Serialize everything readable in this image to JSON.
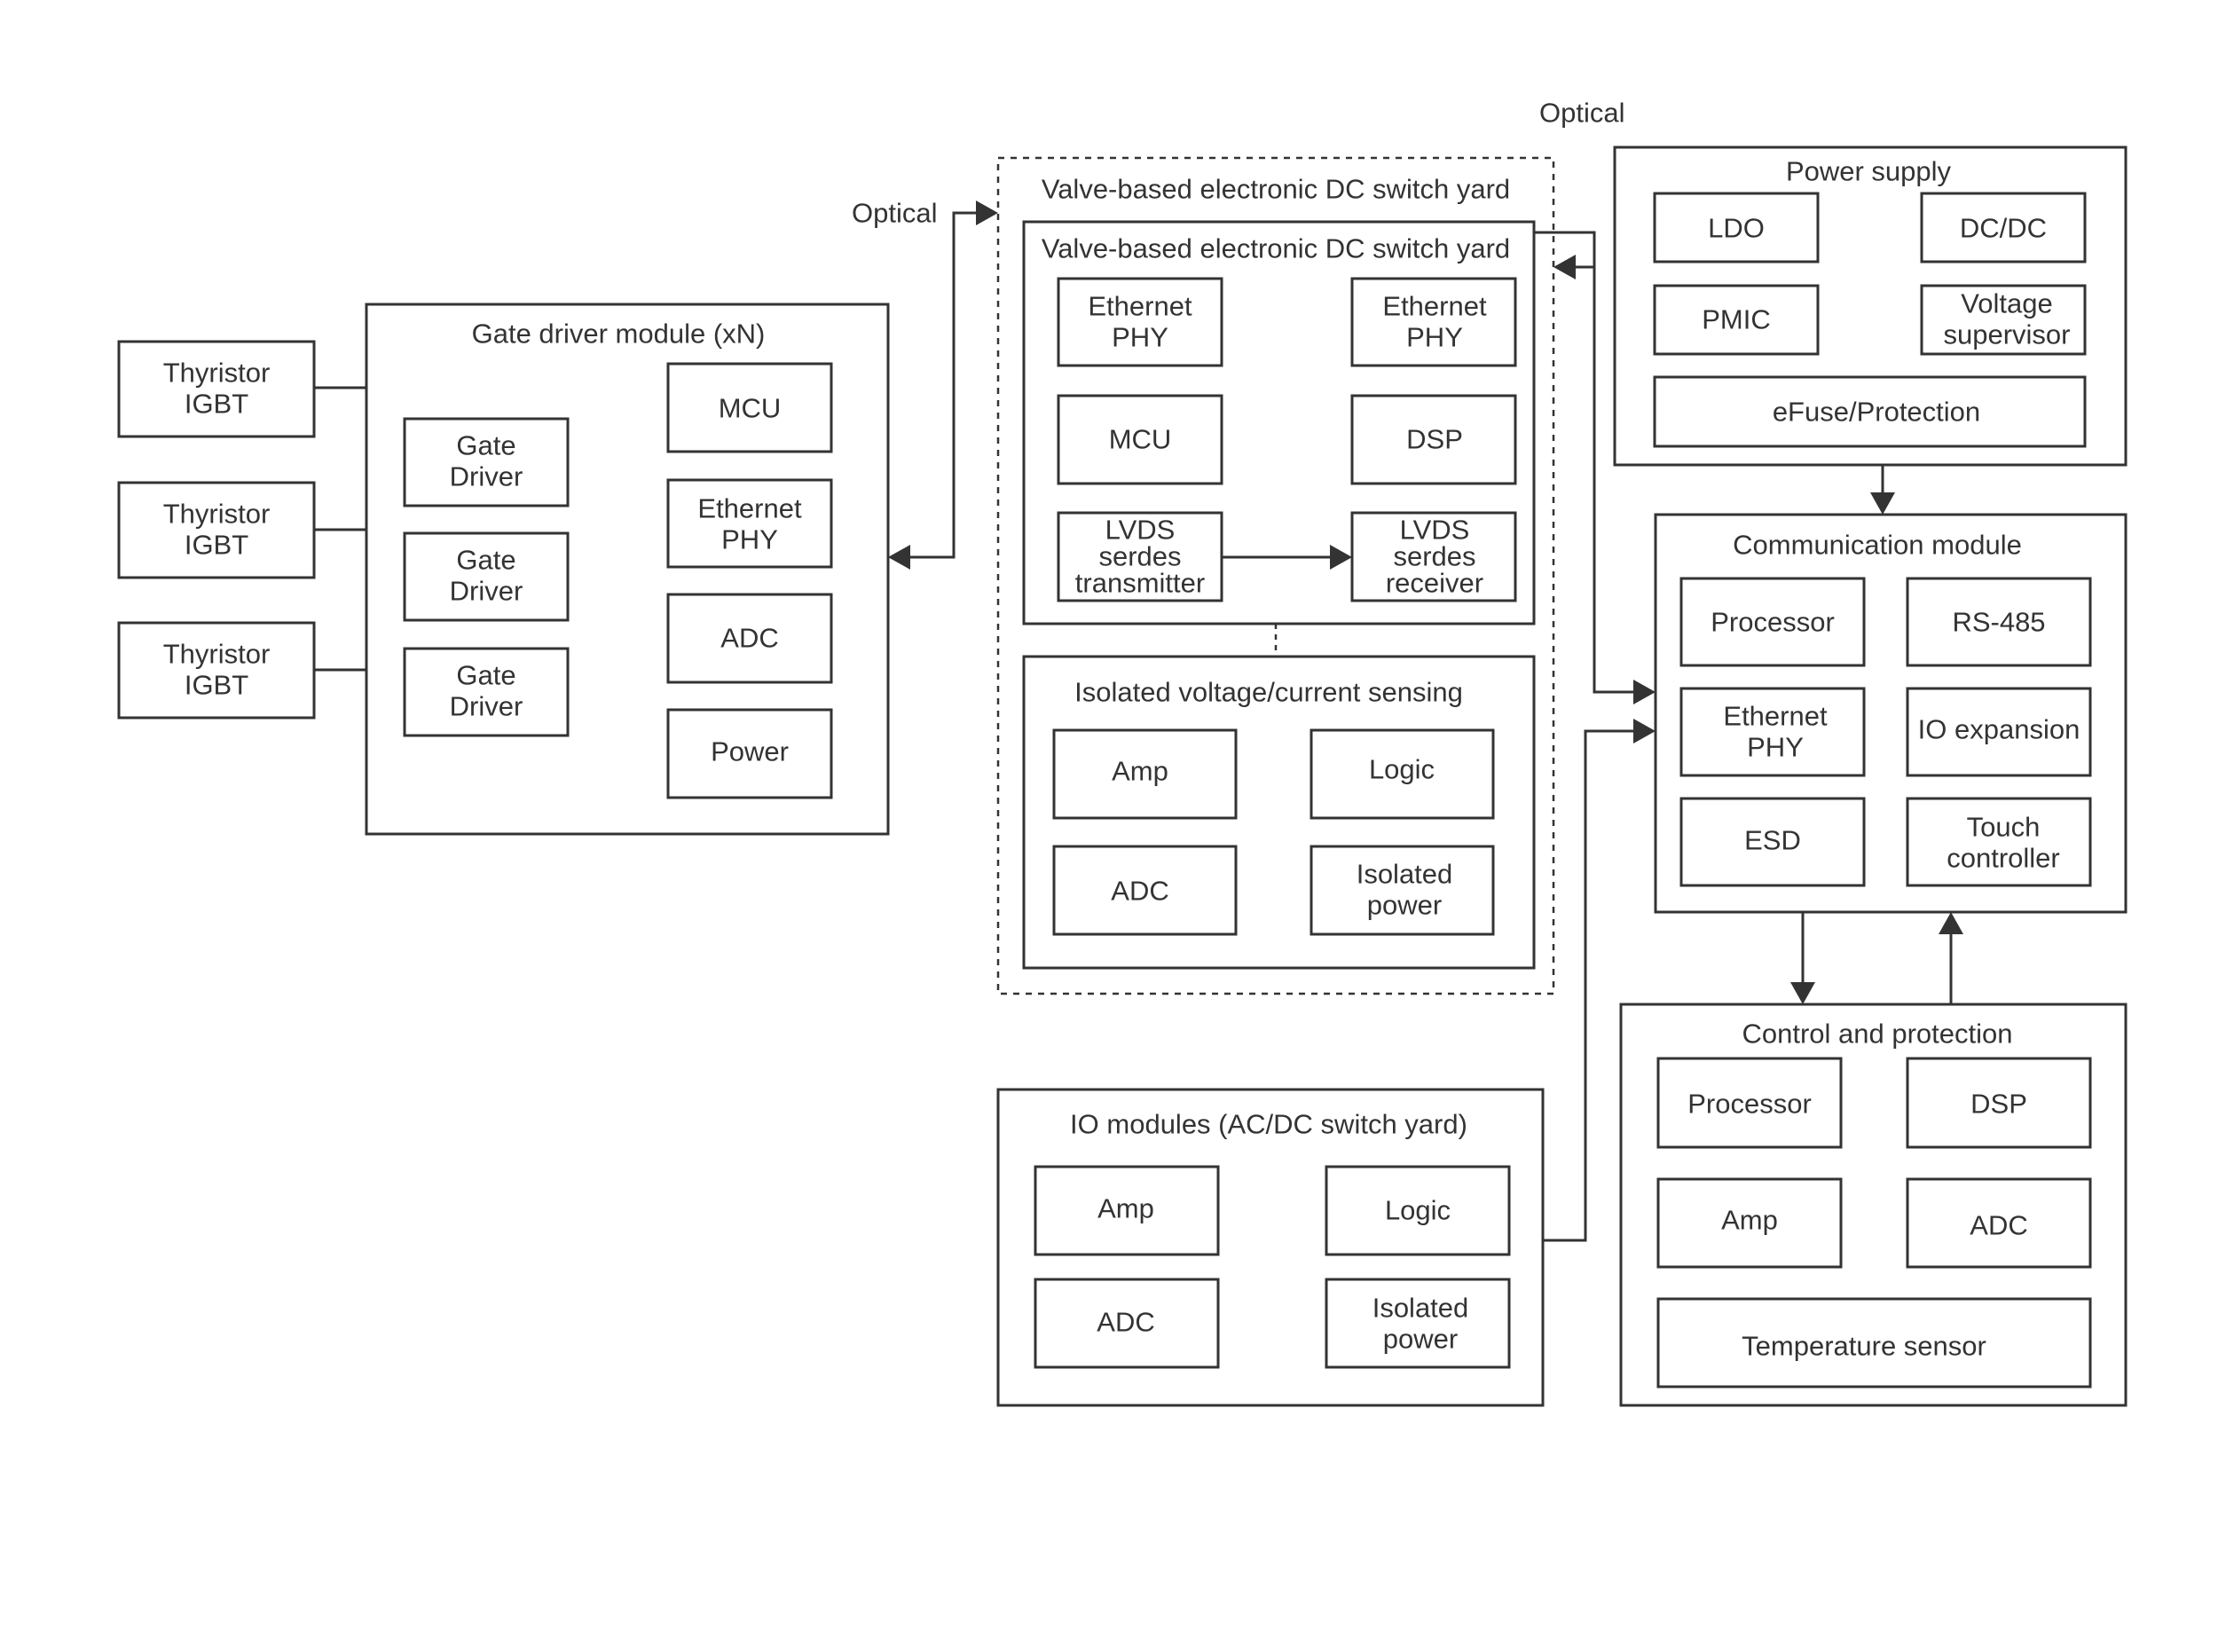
{
  "labels": {
    "optical_left": "Optical",
    "optical_top": "Optical"
  },
  "thyristors": [
    {
      "line1": "Thyristor",
      "line2": "IGBT"
    },
    {
      "line1": "Thyristor",
      "line2": "IGBT"
    },
    {
      "line1": "Thyristor",
      "line2": "IGBT"
    }
  ],
  "gate_driver_module": {
    "title": "Gate driver module (xN)",
    "drivers": [
      {
        "line1": "Gate",
        "line2": "Driver"
      },
      {
        "line1": "Gate",
        "line2": "Driver"
      },
      {
        "line1": "Gate",
        "line2": "Driver"
      }
    ],
    "mcu": "MCU",
    "ethernet_phy": {
      "line1": "Ethernet",
      "line2": "PHY"
    },
    "adc": "ADC",
    "power": "Power"
  },
  "valve_outer": {
    "title": "Valve-based electronic DC switch yard"
  },
  "valve_inner": {
    "title": "Valve-based electronic DC switch yard",
    "ethernet_phy_left": {
      "line1": "Ethernet",
      "line2": "PHY"
    },
    "ethernet_phy_right": {
      "line1": "Ethernet",
      "line2": "PHY"
    },
    "mcu": "MCU",
    "dsp": "DSP",
    "lvds_tx": {
      "line1": "LVDS",
      "line2": "serdes",
      "line3": "transmitter"
    },
    "lvds_rx": {
      "line1": "LVDS",
      "line2": "serdes",
      "line3": "receiver"
    }
  },
  "isolated_sensing": {
    "title": "Isolated voltage/current sensing",
    "amp": "Amp",
    "logic": "Logic",
    "adc": "ADC",
    "isolated_power": {
      "line1": "Isolated",
      "line2": "power"
    }
  },
  "io_modules": {
    "title": "IO modules (AC/DC switch yard)",
    "amp": "Amp",
    "logic": "Logic",
    "adc": "ADC",
    "isolated_power": {
      "line1": "Isolated",
      "line2": "power"
    }
  },
  "power_supply": {
    "title": "Power supply",
    "ldo": "LDO",
    "dcdc": "DC/DC",
    "pmic": "PMIC",
    "voltage_supervisor": {
      "line1": "Voltage",
      "line2": "supervisor"
    },
    "efuse": "eFuse/Protection"
  },
  "communication_module": {
    "title": "Communication module",
    "processor": "Processor",
    "rs485": "RS-485",
    "ethernet_phy": {
      "line1": "Ethernet",
      "line2": "PHY"
    },
    "io_expansion": "IO expansion",
    "esd": "ESD",
    "touch_controller": {
      "line1": "Touch",
      "line2": "controller"
    }
  },
  "control_protection": {
    "title": "Control and protection",
    "processor": "Processor",
    "dsp": "DSP",
    "amp": "Amp",
    "adc": "ADC",
    "temperature_sensor": "Temperature sensor"
  }
}
